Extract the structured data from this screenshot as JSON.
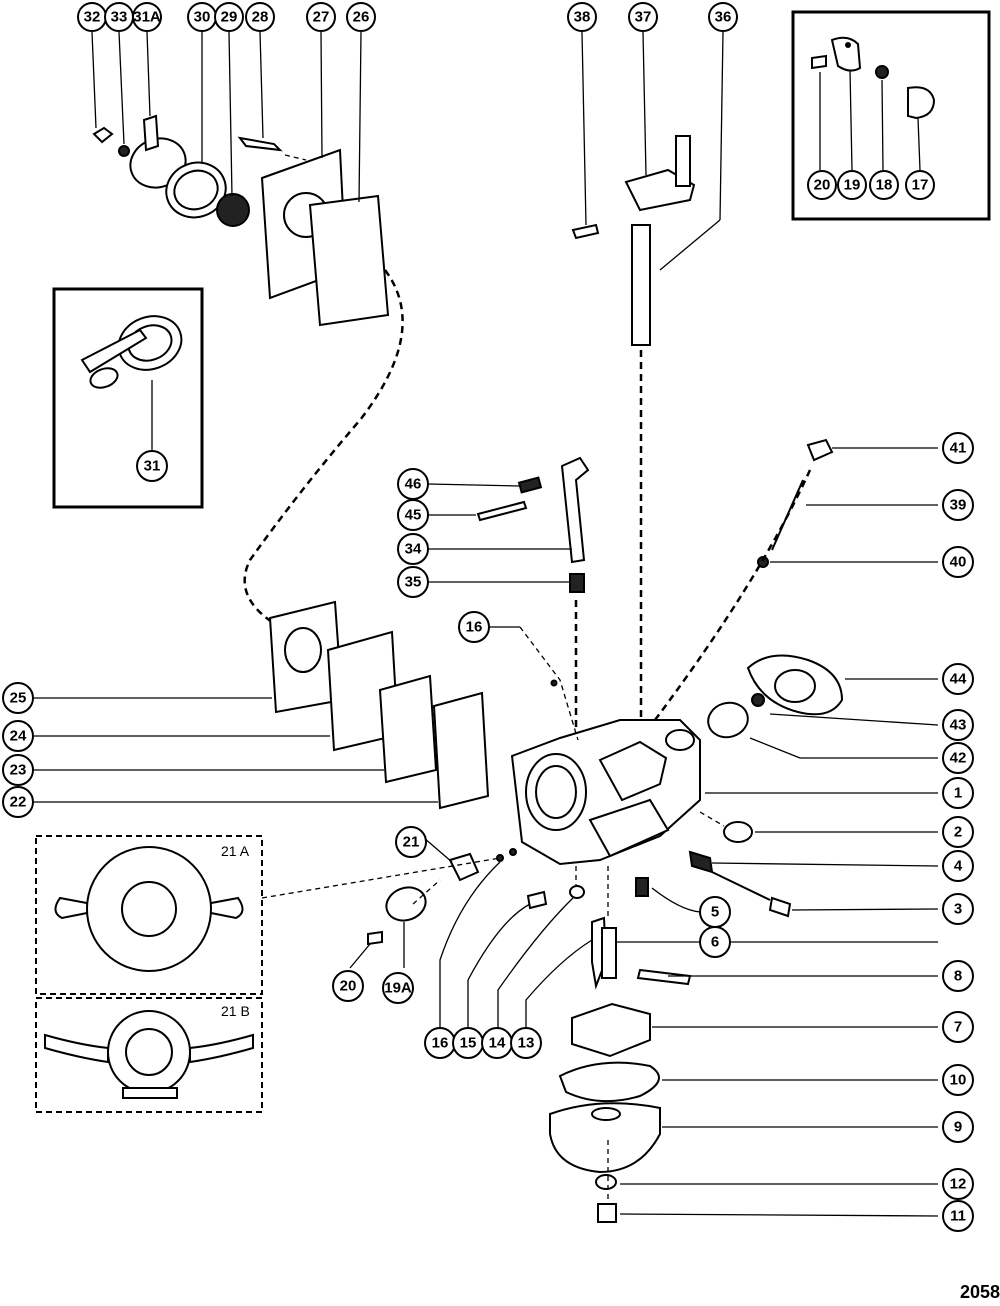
{
  "figure_number": "2058",
  "inset_labels": {
    "a": "21 A",
    "b": "21 B"
  },
  "callouts": {
    "c32": "32",
    "c33": "33",
    "c31A": "31A",
    "c30": "30",
    "c29": "29",
    "c28": "28",
    "c27": "27",
    "c26": "26",
    "c38": "38",
    "c37": "37",
    "c36": "36",
    "c20top": "20",
    "c19": "19",
    "c18": "18",
    "c17": "17",
    "c31": "31",
    "c41": "41",
    "c39": "39",
    "c40": "40",
    "c46": "46",
    "c45": "45",
    "c34": "34",
    "c35": "35",
    "c16top": "16",
    "c44": "44",
    "c43": "43",
    "c42": "42",
    "c1": "1",
    "c2": "2",
    "c4": "4",
    "c3": "3",
    "c5": "5",
    "c6": "6",
    "c8": "8",
    "c7": "7",
    "c10": "10",
    "c9": "9",
    "c12": "12",
    "c11": "11",
    "c25": "25",
    "c24": "24",
    "c23": "23",
    "c22": "22",
    "c21": "21",
    "c20": "20",
    "c19A": "19A",
    "c16": "16",
    "c15": "15",
    "c14": "14",
    "c13": "13"
  }
}
